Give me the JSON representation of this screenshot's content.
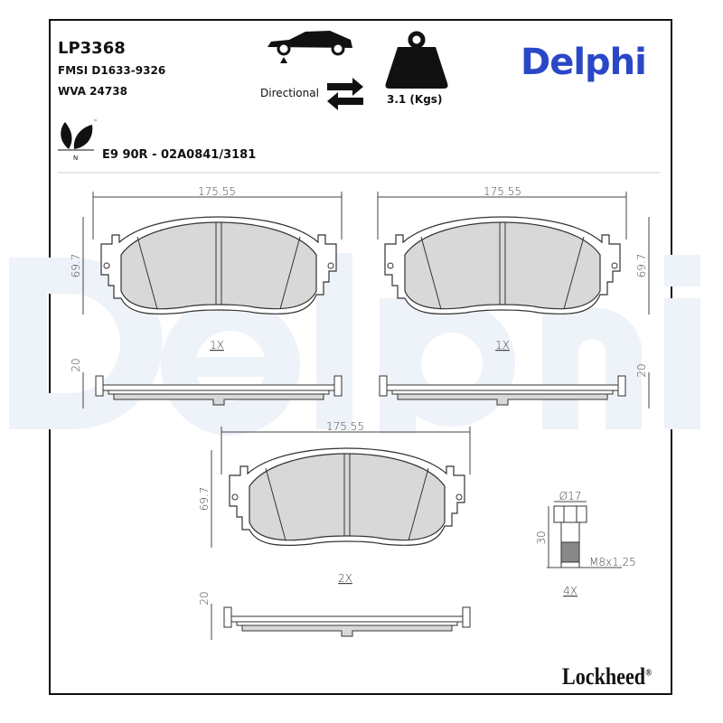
{
  "header": {
    "part_number": "LP3368",
    "fmsi": "FMSI D1633-9326",
    "wva": "WVA 24738",
    "directional_label": "Directional",
    "weight": "3.1 (Kgs)",
    "approval": "E9 90R - 02A0841/3181",
    "eco_mark": "N",
    "trademark": "™"
  },
  "brand": {
    "name": "Delphi",
    "color": "#2a47c7",
    "watermark": "Delphi",
    "watermark_color": "#eef2f9"
  },
  "drawings": {
    "pad_left": {
      "width": "175.55",
      "height": "69.7",
      "quantity": "1X",
      "thickness": "20"
    },
    "pad_right": {
      "width": "175.55",
      "height": "69.7",
      "quantity": "1X",
      "thickness": "20"
    },
    "pad_bottom": {
      "width": "175.55",
      "height": "69.7",
      "quantity": "2X",
      "thickness": "20"
    },
    "bolt": {
      "diameter": "Ø17",
      "length": "30",
      "thread": "M8x1.25",
      "quantity": "4X"
    }
  },
  "footer": {
    "logo": "Lockheed",
    "registered": "®"
  },
  "icons": [
    "car-lift-icon",
    "directional-arrows-icon",
    "weight-icon",
    "eco-leaf-icon"
  ]
}
